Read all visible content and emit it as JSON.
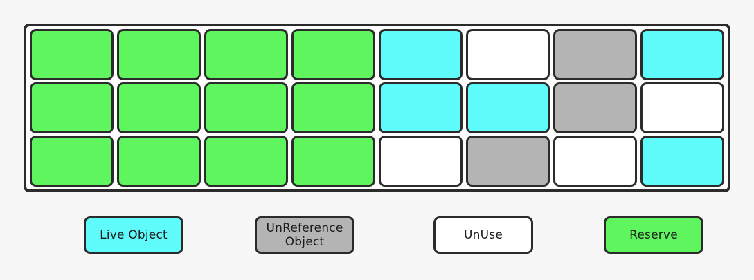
{
  "palette": {
    "background": "#f7f7f7",
    "outline": "#2b2b2b",
    "reserve_green": "#5ef55e",
    "live_cyan": "#5ffafa",
    "unreference_gray": "#b4b4b4",
    "unuse_white": "#ffffff"
  },
  "pool": {
    "rows": 3,
    "columns": 8,
    "grid": [
      [
        "green",
        "green",
        "green",
        "green",
        "cyan",
        "white",
        "gray",
        "cyan"
      ],
      [
        "green",
        "green",
        "green",
        "green",
        "cyan",
        "cyan",
        "gray",
        "white"
      ],
      [
        "green",
        "green",
        "green",
        "green",
        "white",
        "gray",
        "white",
        "cyan"
      ]
    ]
  },
  "legend": {
    "items": [
      {
        "id": "live-object",
        "label": "Live Object",
        "state": "cyan"
      },
      {
        "id": "unreference-object",
        "label": "UnReference Object",
        "state": "gray"
      },
      {
        "id": "unuse",
        "label": "UnUse",
        "state": "white"
      },
      {
        "id": "reserve",
        "label": "Reserve",
        "state": "green"
      }
    ]
  }
}
